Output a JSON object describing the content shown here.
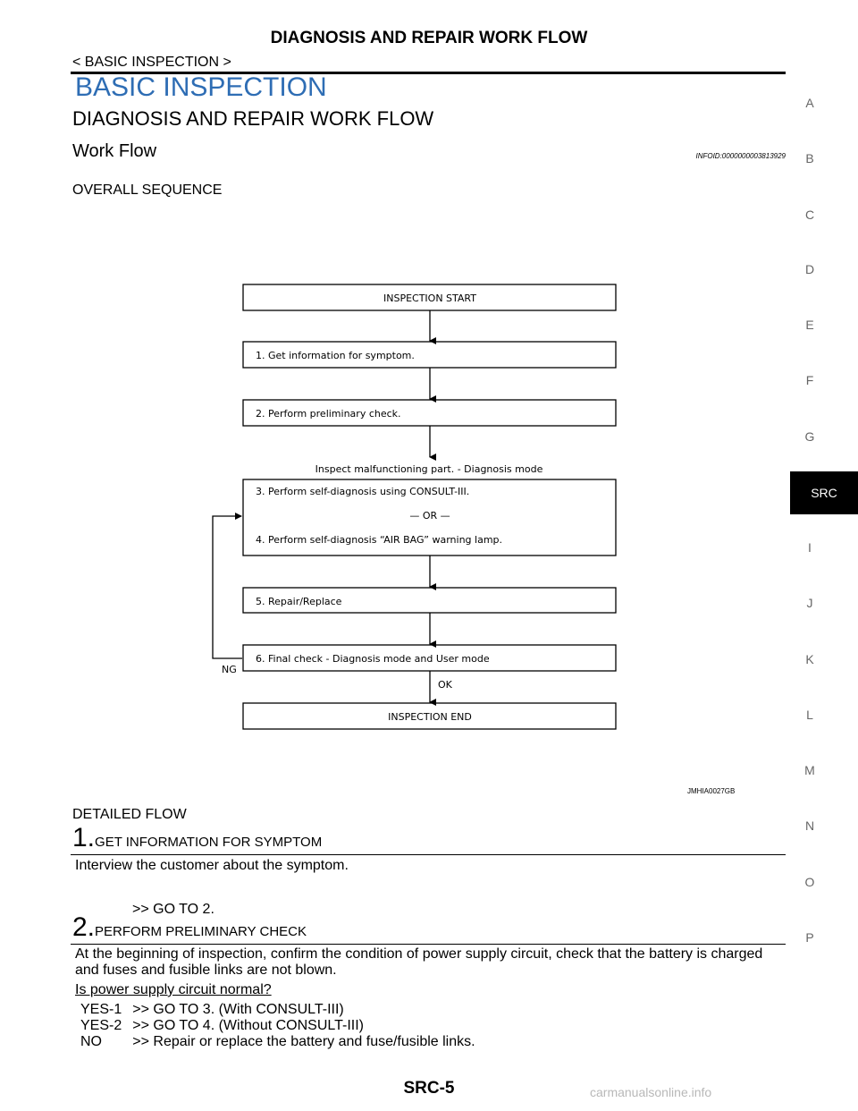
{
  "header": {
    "title": "DIAGNOSIS AND REPAIR WORK FLOW",
    "breadcrumb": "< BASIC INSPECTION >"
  },
  "section": {
    "title": "BASIC INSPECTION",
    "subtitle": "DIAGNOSIS AND REPAIR WORK FLOW",
    "work_flow": "Work Flow",
    "infoid": "INFOID:0000000003813929"
  },
  "overall_sequence_label": "OVERALL SEQUENCE",
  "flowchart": {
    "boxes": [
      "INSPECTION START",
      "1. Get information for symptom.",
      "2. Perform preliminary check.",
      "3. Perform self-diagnosis using CONSULT-III.",
      "4. Perform self-diagnosis “AIR BAG” warning lamp.",
      "5. Repair/Replace",
      "6. Final check - Diagnosis mode and User mode",
      "INSPECTION END"
    ],
    "or_text": "— OR —",
    "above_box3": "Inspect malfunctioning part. - Diagnosis mode",
    "ng_label": "NG",
    "ok_label": "OK",
    "figure_code": "JMHIA0027GB"
  },
  "detailed_flow_label": "DETAILED FLOW",
  "steps": [
    {
      "number": "1.",
      "heading": "GET INFORMATION FOR SYMPTOM",
      "body": "Interview the customer about the symptom.",
      "goto": ">> GO TO 2."
    },
    {
      "number": "2.",
      "heading": "PERFORM PRELIMINARY CHECK",
      "body_line1": "At the beginning of inspection, confirm the condition of power supply circuit, check that the battery is charged",
      "body_line2": "and fuses and fusible links are not blown.",
      "question": "Is power supply circuit normal?",
      "answers": [
        {
          "key": "YES-1",
          "value": ">> GO TO 3. (With CONSULT-III)"
        },
        {
          "key": "YES-2",
          "value": ">> GO TO 4. (Without CONSULT-III)"
        },
        {
          "key": "NO",
          "value": ">> Repair or replace the battery and fuse/fusible links."
        }
      ]
    }
  ],
  "side_index": {
    "letters": [
      "A",
      "B",
      "C",
      "D",
      "E",
      "F",
      "G",
      "I",
      "J",
      "K",
      "L",
      "M",
      "N",
      "O",
      "P"
    ],
    "active": "SRC"
  },
  "footer": {
    "page": "SRC-5",
    "watermark": "carmanualsonline.info"
  }
}
